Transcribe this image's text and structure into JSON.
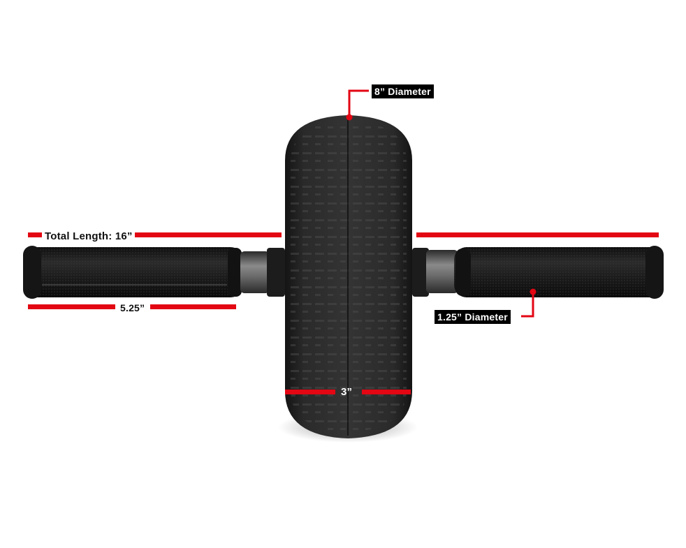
{
  "product": {
    "type": "ab roller wheel",
    "colors": {
      "accent": "#e30613",
      "tire": "#1f1f1f",
      "grip": "#1a1a1a",
      "hub": "#5a5a5a",
      "background": "#ffffff",
      "label_bg": "#000000",
      "label_text": "#ffffff"
    }
  },
  "annotations": {
    "wheel_diameter": {
      "label": "8” Diameter"
    },
    "total_length": {
      "label": "Total Length: 16”"
    },
    "grip_length": {
      "label": "5.25”"
    },
    "grip_diameter": {
      "label": "1.25” Diameter"
    },
    "wheel_width": {
      "label": "3”"
    }
  }
}
